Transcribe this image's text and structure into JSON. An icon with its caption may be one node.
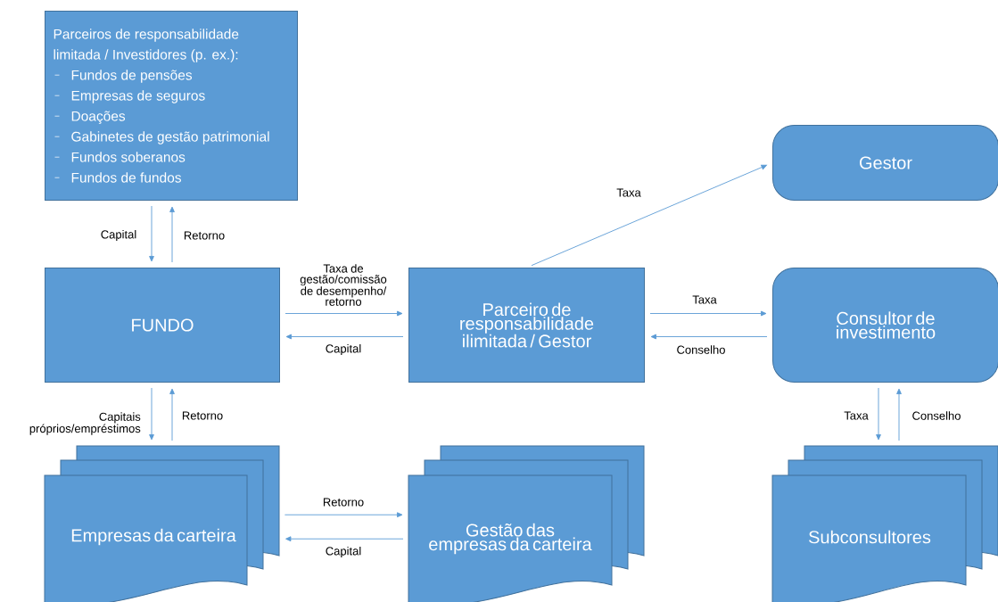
{
  "diagram": {
    "nodes": [
      {
        "text": [
          "Parceiros de responsabilidade limitada / Investidores (p. ex.):",
          "Fundos de pensões",
          "Empresas de seguros",
          "Doações",
          "Gabinetes de gestão patrimonial",
          "Fundos soberanos",
          "Fundos de fundos"
        ]
      },
      {
        "text": [
          "FUNDO"
        ]
      },
      {
        "text": [
          "Parceiro de responsabilidade ilimitada / Gestor"
        ]
      },
      {
        "text": [
          "Gestor"
        ]
      },
      {
        "text": [
          "Consultor de investimento"
        ]
      },
      {
        "text": [
          "Empresas da carteira"
        ]
      },
      {
        "text": [
          "Gestão das empresas da carteira"
        ]
      },
      {
        "text": [
          "Subconsultores"
        ]
      }
    ],
    "edges": [
      {
        "from": 0,
        "to": 1,
        "arrow": "to",
        "label": "Capital"
      },
      {
        "from": 1,
        "to": 0,
        "arrow": "to",
        "label": "Retorno"
      },
      {
        "from": 1,
        "to": 2,
        "arrow": "to",
        "label": "Taxa de gestão/comissão de desempenho/ retorno"
      },
      {
        "from": 2,
        "to": 1,
        "arrow": "to",
        "label": "Capital"
      },
      {
        "from": 2,
        "to": 3,
        "arrow": "to",
        "label": "Taxa"
      },
      {
        "from": 2,
        "to": 4,
        "arrow": "to",
        "label": "Taxa"
      },
      {
        "from": 4,
        "to": 2,
        "arrow": "to",
        "label": "Conselho"
      },
      {
        "from": 1,
        "to": 5,
        "arrow": "to",
        "label": "Capitais próprios/empréstimos"
      },
      {
        "from": 5,
        "to": 1,
        "arrow": "to",
        "label": "Retorno"
      },
      {
        "from": 5,
        "to": 6,
        "arrow": "to",
        "label": "Retorno"
      },
      {
        "from": 6,
        "to": 5,
        "arrow": "to",
        "label": "Capital"
      },
      {
        "from": 4,
        "to": 7,
        "arrow": "to",
        "label": "Taxa"
      },
      {
        "from": 7,
        "to": 4,
        "arrow": "to",
        "label": "Conselho"
      }
    ]
  }
}
